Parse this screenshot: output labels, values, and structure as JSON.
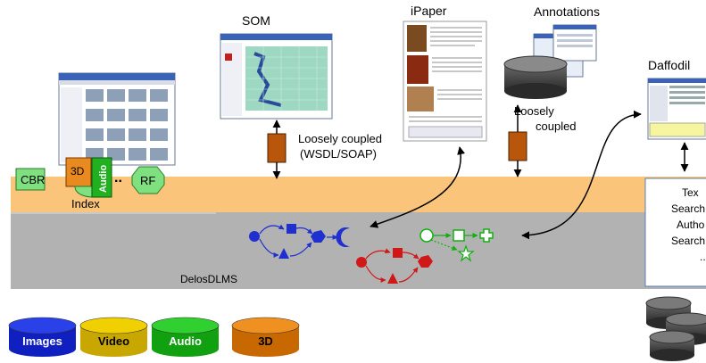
{
  "labels": {
    "som": "SOM",
    "ipaper": "iPaper",
    "annotations": "Annotations",
    "daffodil": "Daffodil",
    "loosely_wsdl_line1": "Loosely coupled",
    "loosely_wsdl_line2": "(WSDL/SOAP)",
    "loosely_line1": "Loosely",
    "loosely_line2": "coupled",
    "cbr": "CBR",
    "three_d": "3D",
    "audio_vert": "Audio",
    "dots": "..",
    "rf": "RF",
    "index": "Index",
    "delos": "DelosDLMS"
  },
  "daffodil_box": [
    "Tex",
    "Search",
    "Autho",
    "Search",
    "..."
  ],
  "databases": [
    {
      "label": "Images",
      "color": "#1020c0",
      "top": "#2a40e8"
    },
    {
      "label": "Video",
      "color": "#c8a800",
      "top": "#f0d000"
    },
    {
      "label": "Audio",
      "color": "#10a010",
      "top": "#30d030"
    },
    {
      "label": "3D",
      "color": "#c86800",
      "top": "#f09020"
    }
  ],
  "colors": {
    "band_orange": "#fac57a",
    "band_gray": "#b2b2b2",
    "workflow_blue": "#1f2fd0",
    "workflow_red": "#d01818",
    "workflow_green": "#10b010",
    "connector": "#b8560c",
    "box_green": "#7fe07f"
  }
}
